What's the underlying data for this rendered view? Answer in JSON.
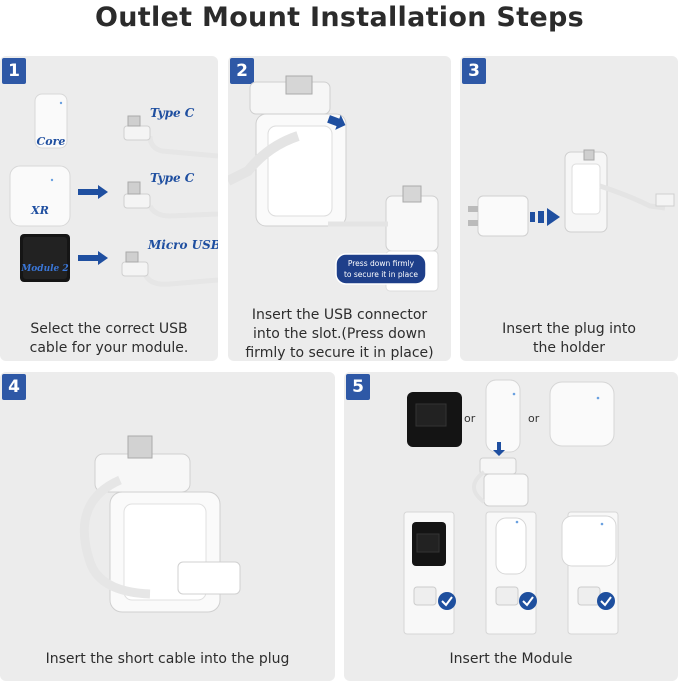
{
  "title": "Outlet Mount Installation Steps",
  "steps": [
    {
      "number": "1",
      "caption": [
        "Select the correct USB",
        "cable for your module."
      ],
      "modules": [
        "Core",
        "XR",
        "Module 2"
      ],
      "cables": [
        "Type C",
        "Type C",
        "Micro USB"
      ]
    },
    {
      "number": "2",
      "caption": [
        "Insert the USB connector",
        "into the slot.(Press down",
        "firmly to secure it in place)"
      ],
      "callout": [
        "Press down firmly",
        "to secure it in place"
      ]
    },
    {
      "number": "3",
      "caption": [
        "Insert the plug into",
        "the holder"
      ]
    },
    {
      "number": "4",
      "caption": [
        "Insert the short cable into the plug"
      ]
    },
    {
      "number": "5",
      "caption": [
        "Insert the Module"
      ],
      "or_labels": [
        "or",
        "or"
      ]
    }
  ],
  "colors": {
    "accent": "#2e58a6",
    "panel": "#ececec",
    "arrow": "#1f4fa0",
    "check": "#1e4f9e"
  }
}
